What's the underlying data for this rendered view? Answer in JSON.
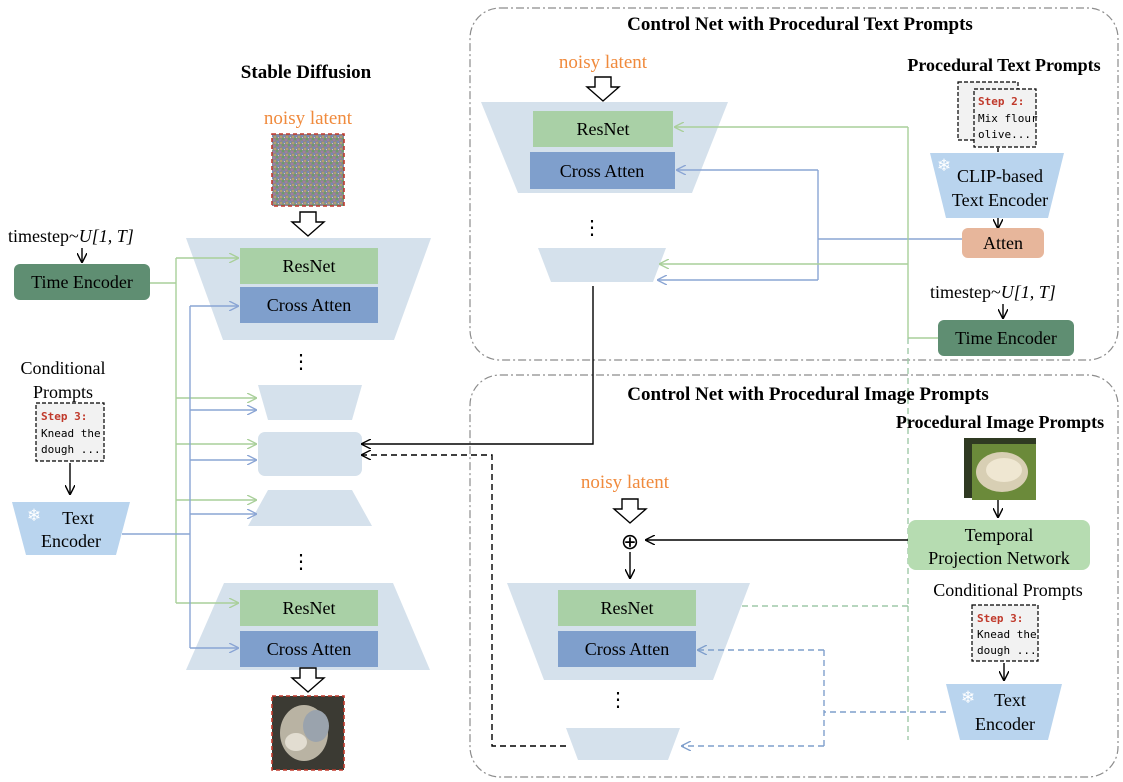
{
  "stable_diffusion": {
    "title": "Stable Diffusion",
    "noisy_latent": "noisy latent",
    "resnet": "ResNet",
    "cross_atten": "Cross Atten",
    "dots": "⋮"
  },
  "left_inputs": {
    "timestep_prefix": "timestep~",
    "timestep_dist": "U[1, T]",
    "time_encoder": "Time Encoder",
    "conditional_line1": "Conditional",
    "conditional_line2": "Prompts",
    "note_step": "Step 3:",
    "note_line1": "Knead the",
    "note_line2": "dough ...",
    "text_encoder_line1": "Text",
    "text_encoder_line2": "Encoder"
  },
  "control_text": {
    "title": "Control Net with Procedural Text Prompts",
    "noisy_latent": "noisy latent",
    "resnet": "ResNet",
    "cross_atten": "Cross Atten",
    "dots": "⋮",
    "prompts_title": "Procedural Text Prompts",
    "note_step": "Step 2:",
    "note_line1": "Mix flour",
    "note_line2": "olive...",
    "clip_line1": "CLIP-based",
    "clip_line2": "Text Encoder",
    "atten": "Atten",
    "timestep_prefix": "timestep~",
    "timestep_dist": "U[1, T]",
    "time_encoder": "Time Encoder"
  },
  "control_image": {
    "title": "Control Net with Procedural Image Prompts",
    "prompts_title": "Procedural Image Prompts",
    "noisy_latent": "noisy latent",
    "plus": "⊕",
    "resnet": "ResNet",
    "cross_atten": "Cross Atten",
    "dots": "⋮",
    "temporal_line1": "Temporal",
    "temporal_line2": "Projection Network",
    "conditional_prompts": "Conditional  Prompts",
    "note_step": "Step 3:",
    "note_line1": "Knead the",
    "note_line2": "dough ...",
    "text_encoder_line1": "Text",
    "text_encoder_line2": "Encoder"
  },
  "colors": {
    "green_block": "#a9d0a6",
    "blue_block": "#7f9fcc",
    "funnel": "#d5e1ec",
    "encoder_blue": "#b9d4ee",
    "time_encoder": "#5f8e72",
    "atten": "#e7b69b",
    "temporal": "#b6dcb1",
    "orange_text": "#f08a3c",
    "green_line": "#a9cf9a",
    "blue_line": "#8aa5d4",
    "red_dash": "#c0392b"
  }
}
